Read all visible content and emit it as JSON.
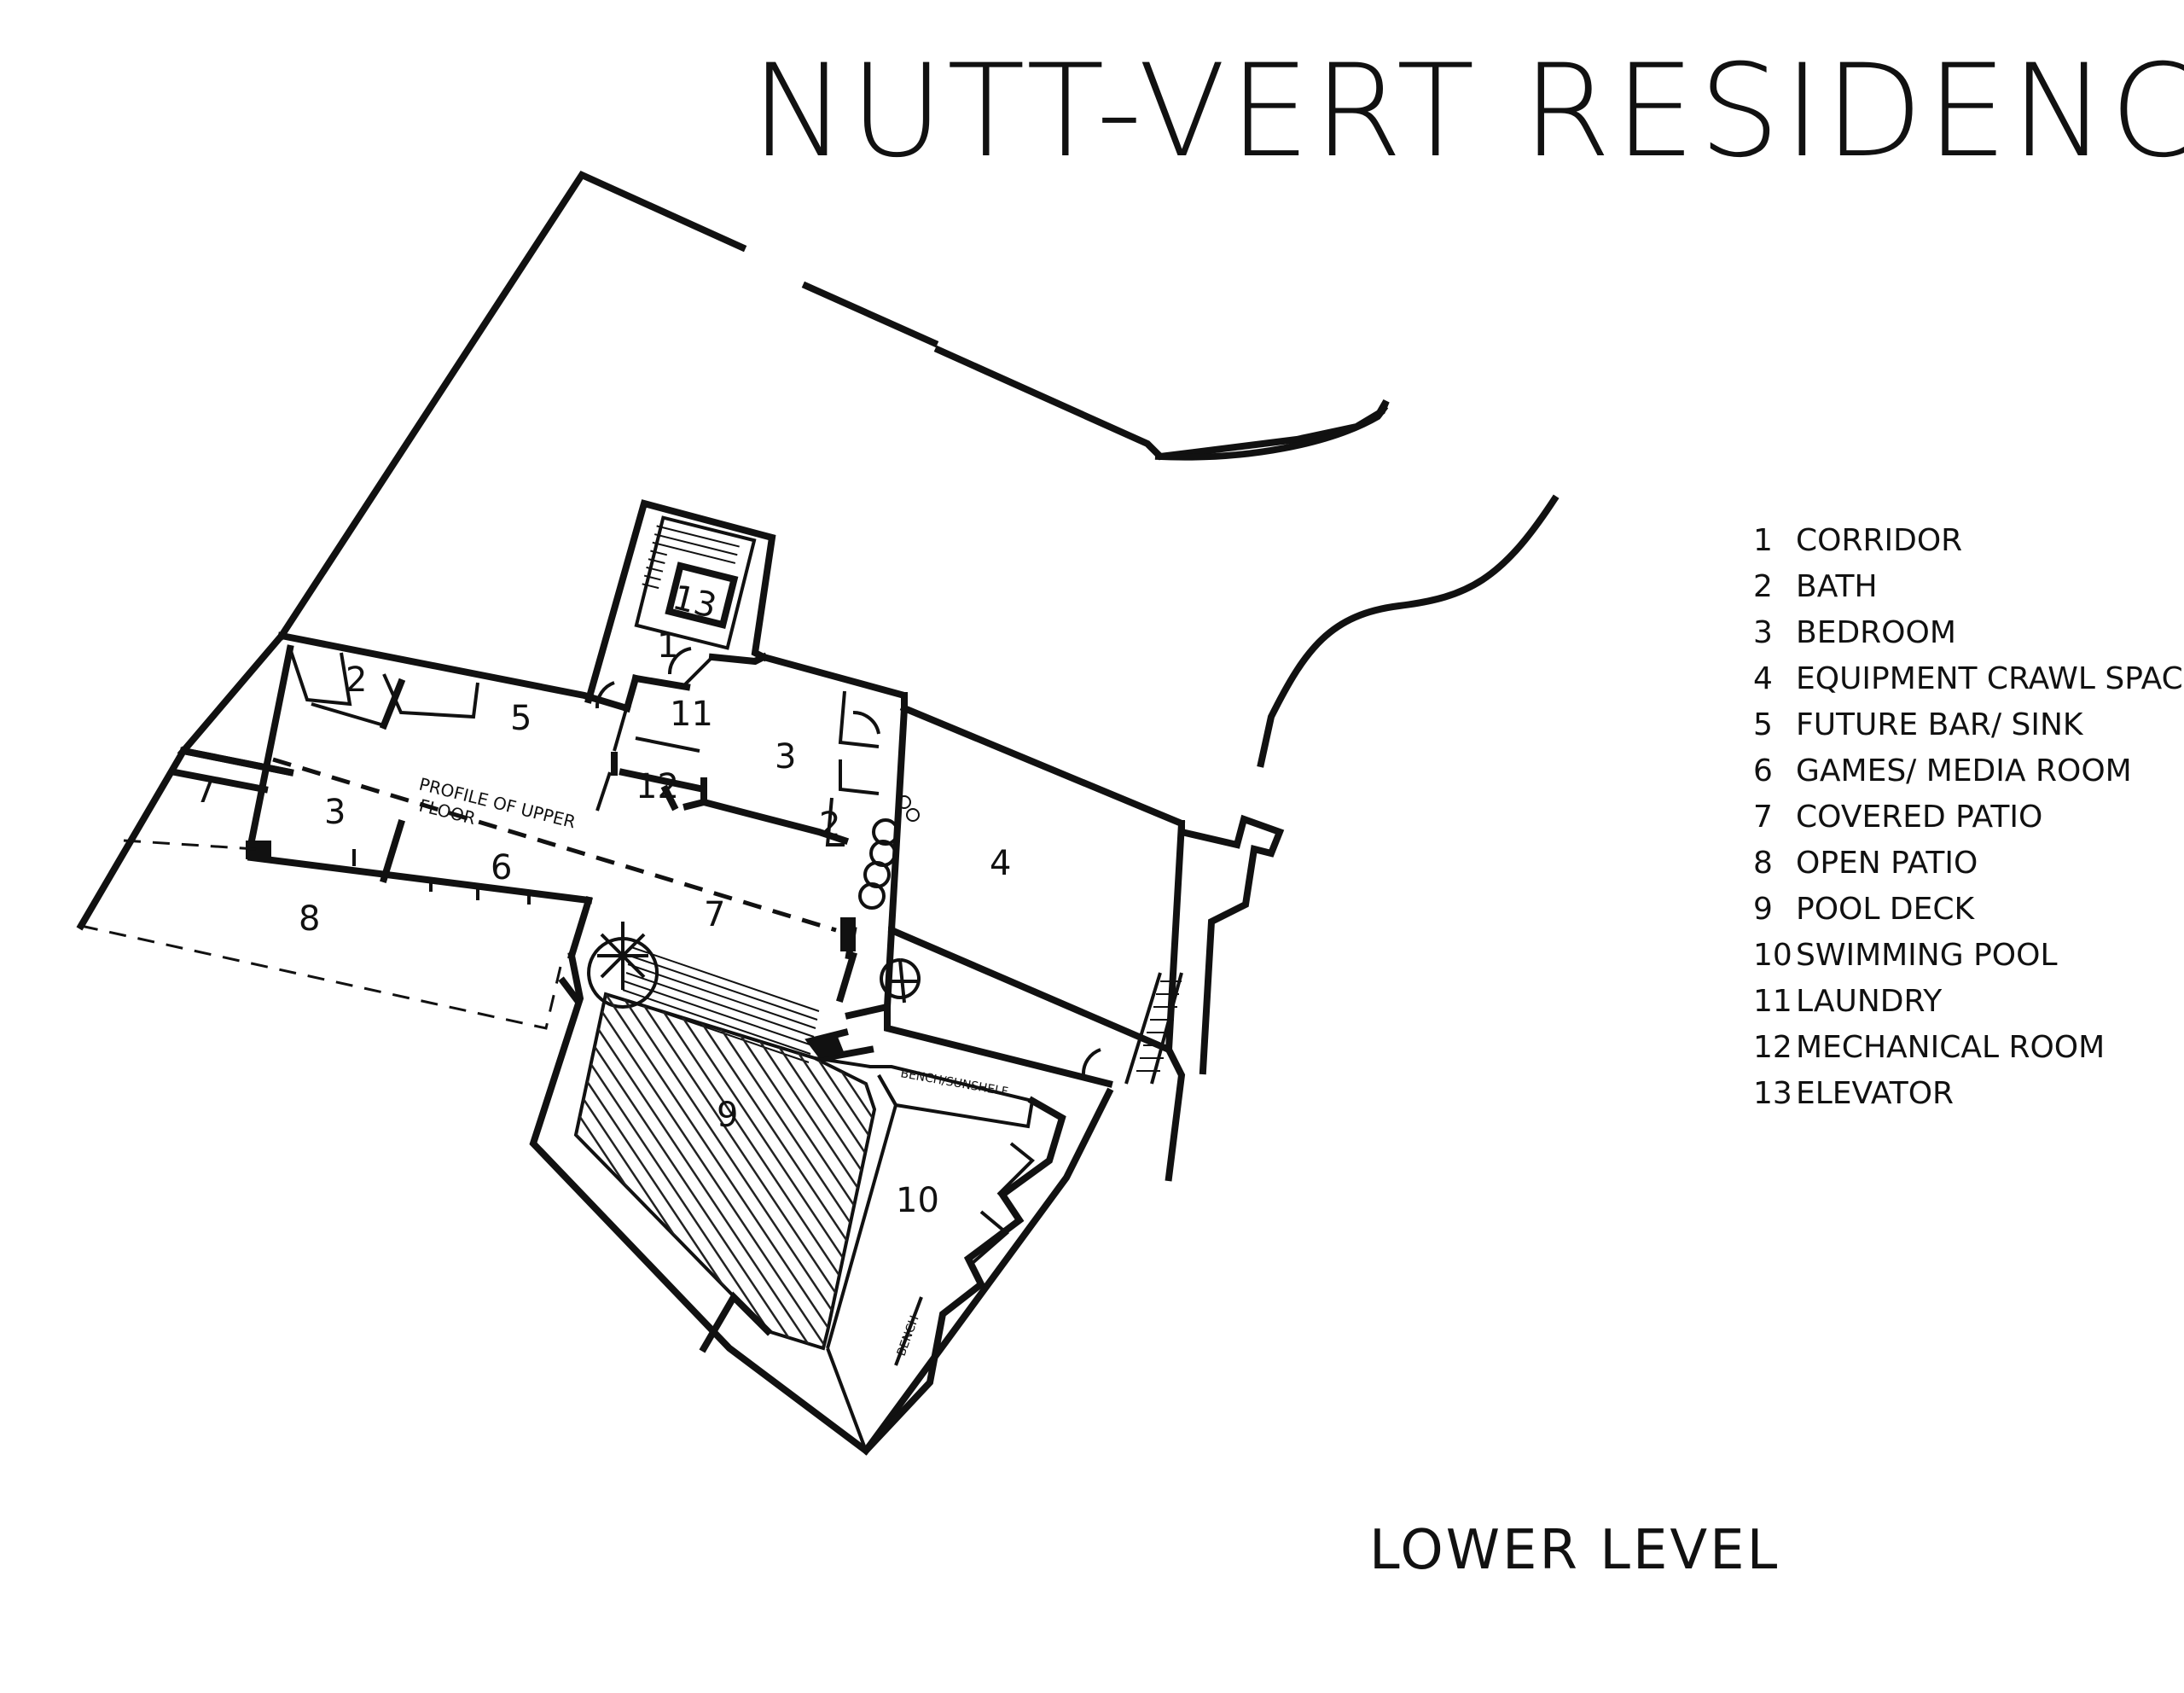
{
  "title": "NUTT-VERT RESIDENCE",
  "level_label": "LOWER LEVEL",
  "legend": [
    {
      "num": "1",
      "label": "CORRIDOR"
    },
    {
      "num": "2",
      "label": "BATH"
    },
    {
      "num": "3",
      "label": "BEDROOM"
    },
    {
      "num": "4",
      "label": "EQUIPMENT CRAWL SPACE"
    },
    {
      "num": "5",
      "label": "FUTURE BAR/ SINK"
    },
    {
      "num": "6",
      "label": "GAMES/ MEDIA ROOM"
    },
    {
      "num": "7",
      "label": "COVERED PATIO"
    },
    {
      "num": "8",
      "label": "OPEN PATIO"
    },
    {
      "num": "9",
      "label": "POOL DECK"
    },
    {
      "num": "10",
      "label": "SWIMMING POOL"
    },
    {
      "num": "11",
      "label": "LAUNDRY"
    },
    {
      "num": "12",
      "label": "MECHANICAL ROOM"
    },
    {
      "num": "13",
      "label": "ELEVATOR"
    }
  ],
  "room_labels": {
    "corridor_upper": "1",
    "covered_patio_left": "7",
    "bath_left": "2",
    "bedroom_left": "3",
    "bar": "5",
    "games": "6",
    "open_patio": "8",
    "covered_patio_main": "7",
    "laundry": "11",
    "mechanical": "12",
    "bedroom_right": "3",
    "bath_right": "2",
    "crawl_space": "4",
    "pool_deck": "9",
    "pool": "10",
    "elevator": "13"
  },
  "notes": {
    "profile_line1": "PROFILE OF UPPER",
    "profile_line2": "FLOOR",
    "bench_sunshelf": "BENCH/SUNSHELF",
    "bench": "BENCH"
  }
}
